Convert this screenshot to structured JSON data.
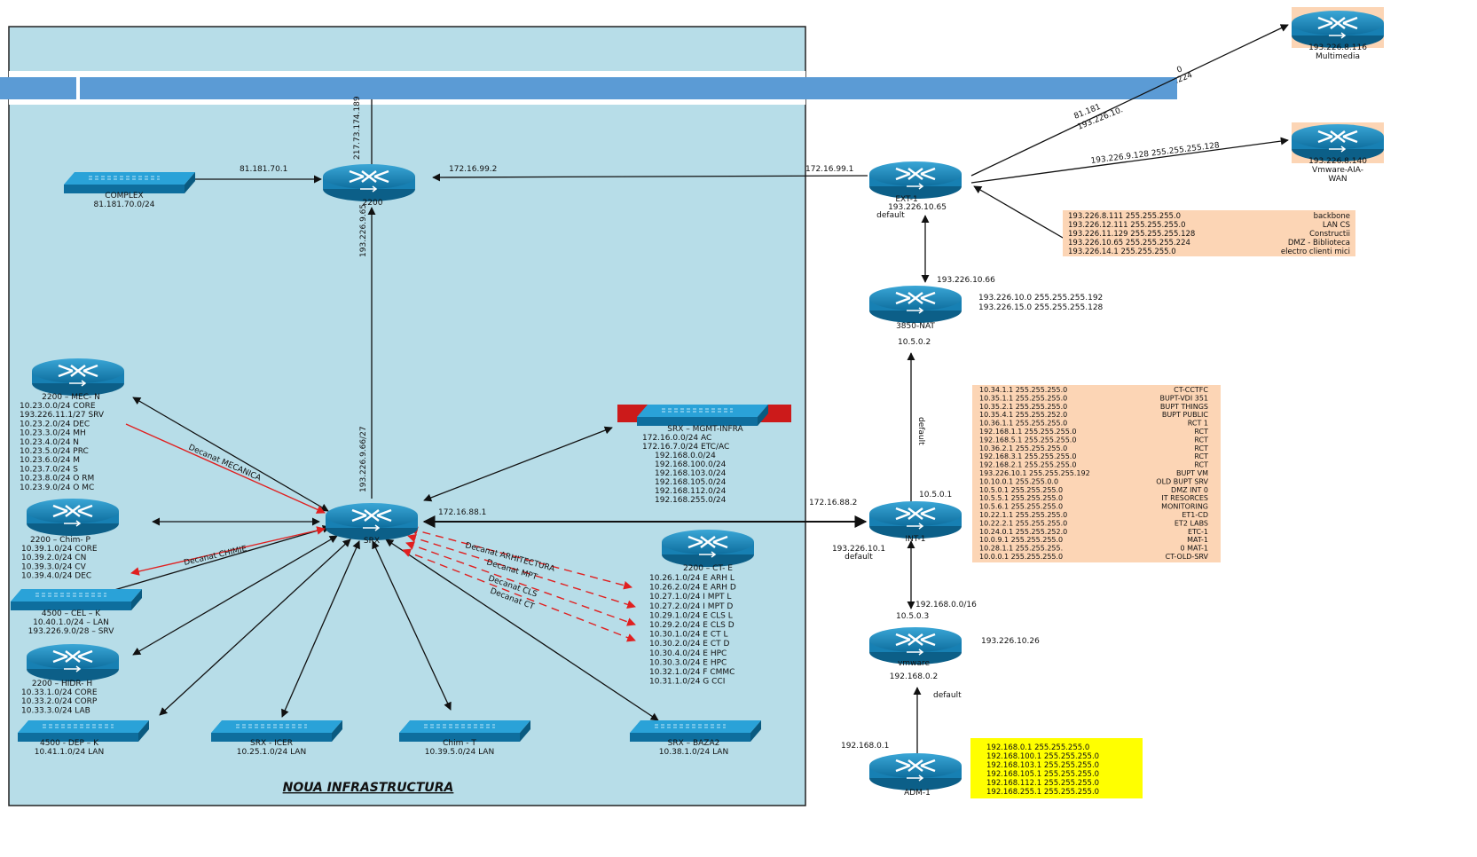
{
  "area_title": "NOUA INFRASTRUCTURA",
  "routers": {
    "r2200": {
      "name": "2200"
    },
    "srx": {
      "name": "SRX"
    },
    "ext1": {
      "name": "EXT-1",
      "ip": "193.226.10.65",
      "note": "default"
    },
    "nat": {
      "name": "3850-NAT"
    },
    "int1": {
      "name": "INT-1",
      "ip": "193.226.10.1",
      "note": "default"
    },
    "vmware": {
      "name": "vmware",
      "ip": "192.168.0.2"
    },
    "adm1": {
      "name": "ADM-1"
    },
    "multimedia": {
      "ip": "193.226.8.116",
      "name": "Multimedia"
    },
    "vmwan": {
      "ip": "193.226.8.140",
      "name1": "Vmware-AIA-",
      "name2": "WAN"
    },
    "mec": {
      "name": "2200 – MEC- N",
      "lines": [
        "10.23.0.0/24    CORE",
        "193.226.11.1/27 SRV",
        "10.23.2.0/24    DEC",
        "10.23.3.0/24     MH",
        "10.23.4.0/24       N",
        "10.23.5.0/24    PRC",
        "10.23.6.0/24       M",
        "10.23.7.0/24        S",
        "10.23.8.0/24 O RM",
        "10.23.9.0/24 O MC"
      ]
    },
    "chim": {
      "name": "2200 – Chim- P",
      "lines": [
        "10.39.1.0/24 CORE",
        "10.39.2.0/24    CN",
        "10.39.3.0/24    CV",
        "10.39.4.0/24   DEC"
      ]
    },
    "hidr": {
      "name": "2200 – HIDR- H",
      "lines": [
        "10.33.1.0/24 CORE",
        "10.33.2.0/24 CORP",
        "10.33.3.0/24    LAB"
      ]
    },
    "ct": {
      "name": "2200 – CT- E",
      "lines": [
        "10.26.1.0/24 E  ARH L",
        "10.26.2.0/24 E  ARH D",
        "10.27.1.0/24  I  MPT L",
        "10.27.2.0/24  I  MPT D",
        "10.29.1.0/24  E   CLS L",
        "10.29.2.0/24  E   CLS D",
        "10.30.1.0/24  E     CT L",
        "10.30.2.0/24  E     CT D",
        "10.30.4.0/24  E     HPC",
        "10.30.3.0/24  E     HPC",
        "10.32.1.0/24 F CMMC",
        "10.31.1.0/24         G CCI"
      ]
    }
  },
  "switches": {
    "complex": {
      "name": "COMPLEX",
      "net": "81.181.70.0/24"
    },
    "mgmt": {
      "name": "SRX – MGMT-INFRA",
      "lines": [
        "172.16.0.0/24         AC",
        "172.16.7.0/24  ETC/AC"
      ],
      "yellow": [
        "192.168.0.0/24",
        "192.168.100.0/24",
        "192.168.103.0/24",
        "192.168.105.0/24",
        "192.168.112.0/24",
        "192.168.255.0/24"
      ]
    },
    "cel": {
      "name": "4500 – CEL – K",
      "lines": [
        "10.40.1.0/24 – LAN",
        "193.226.9.0/28 – SRV"
      ]
    },
    "dep": {
      "name": "4500 - DEP – K",
      "net": "10.41.1.0/24 LAN"
    },
    "icer": {
      "name": "SRX - ICER",
      "net": "10.25.1.0/24 LAN"
    },
    "chimt": {
      "name": "Chim - T",
      "net": "10.39.5.0/24 LAN"
    },
    "baza2": {
      "name": "SRX – BAZA2",
      "net": "10.38.1.0/24 LAN"
    }
  },
  "links": {
    "l_8118170": "81.181.70.1",
    "l_172_99_2": "172.16.99.2",
    "l_172_99_1": "172.16.99.1",
    "l_217": "217.73.174.189",
    "l_193_65": "193.226.9.65",
    "l_193_66_27": "193.226.9.66/27",
    "l_172_88_1": "172.16.88.1",
    "l_172_88_2": "172.16.88.2",
    "l_10_5_0_1": "10.5.0.1",
    "l_10_5_0_2": "10.5.0.2",
    "l_10_5_0_3": "10.5.0.3",
    "l_193_10_66": "193.226.10.66",
    "l_192_168_16": "192.168.0.0/16",
    "l_default_vm": "default",
    "l_default_int": "default",
    "l_192_168_0_1": "192.168.0.1",
    "l_193_10_26": "193.226.10.26",
    "l_mm_a": "81.181",
    "l_mm_b": "193.226.10.",
    "l_mm_c": ".224",
    "l_mm_d": "0",
    "l_wan": "193.226.9.128 255.255.255.128"
  },
  "nat_routes": [
    "193.226.10.0 255.255.255.192",
    "193.226.15.0 255.255.255.128"
  ],
  "decanat_labels": [
    "Decanat MECANICA",
    "Decanat CHIMIE",
    "Decanat ARHITECTURA",
    "Decanat MPT",
    "Decanat CLS",
    "Decanat CT"
  ],
  "ext_routes": [
    {
      "net": "193.226.8.111 255.255.255.0",
      "label": "backbone"
    },
    {
      "net": "193.226.12.111 255.255.255.0",
      "label": "LAN CS"
    },
    {
      "net": "193.226.11.129 255.255.255.128",
      "label": "Constructii"
    },
    {
      "net": "193.226.10.65 255.255.255.224",
      "label": "DMZ - Biblioteca"
    },
    {
      "net": "193.226.14.1 255.255.255.0",
      "label": "electro clienti mici"
    }
  ],
  "int_routes": [
    {
      "net": "10.34.1.1 255.255.255.0",
      "label": "CT-CCTFC"
    },
    {
      "net": "10.35.1.1 255.255.255.0",
      "label": "BUPT-VDI 351"
    },
    {
      "net": "10.35.2.1 255.255.255.0",
      "label": "BUPT THINGS"
    },
    {
      "net": "10.35.4.1 255.255.252.0",
      "label": "BUPT PUBLIC"
    },
    {
      "net": "10.36.1.1 255.255.255.0",
      "label": "RCT 1"
    },
    {
      "net": "192.168.1.1 255.255.255.0",
      "label": "RCT"
    },
    {
      "net": "192.168.5.1 255.255.255.0",
      "label": "RCT"
    },
    {
      "net": "10.36.2.1 255.255.255.0",
      "label": "RCT"
    },
    {
      "net": "192.168.3.1 255.255.255.0",
      "label": "RCT"
    },
    {
      "net": "192.168.2.1 255.255.255.0",
      "label": "RCT"
    },
    {
      "net": "193.226.10.1 255.255.255.192",
      "label": "BUPT VM"
    },
    {
      "net": "10.10.0.1 255.255.0.0",
      "label": "OLD BUPT SRV"
    },
    {
      "net": "10.5.0.1 255.255.255.0",
      "label": "DMZ INT 0"
    },
    {
      "net": "10.5.5.1 255.255.255.0",
      "label": "IT RESORCES"
    },
    {
      "net": "10.5.6.1 255.255.255.0",
      "label": "MONITORING"
    },
    {
      "net": "10.22.1.1 255.255.255.0",
      "label": "ET1-CD"
    },
    {
      "net": "10.22.2.1 255.255.255.0",
      "label": "ET2 LABS"
    },
    {
      "net": "10.24.0.1 255.255.252.0",
      "label": "ETC-1"
    },
    {
      "net": "10.0.9.1 255.255.255.0",
      "label": "MAT-1"
    },
    {
      "net": "10.28.1.1 255.255.255.",
      "label": "0 MAT-1"
    },
    {
      "net": "10.0.0.1 255.255.255.0",
      "label": "CT-OLD-SRV"
    }
  ],
  "int_default_label": "default",
  "adm_routes": [
    "192.168.0.1 255.255.255.0",
    "192.168.100.1 255.255.255.0",
    "192.168.103.1 255.255.255.0",
    "192.168.105.1 255.255.255.0",
    "192.168.112.1 255.255.255.0",
    "192.168.255.1 255.255.255.0"
  ],
  "colors": {
    "infra_bg": "#b7dde8",
    "band": "#5b9bd5",
    "router": "#1f8fc4",
    "salmon": "#fcd5b5",
    "yellow": "#ffff00",
    "red": "#e02020"
  }
}
